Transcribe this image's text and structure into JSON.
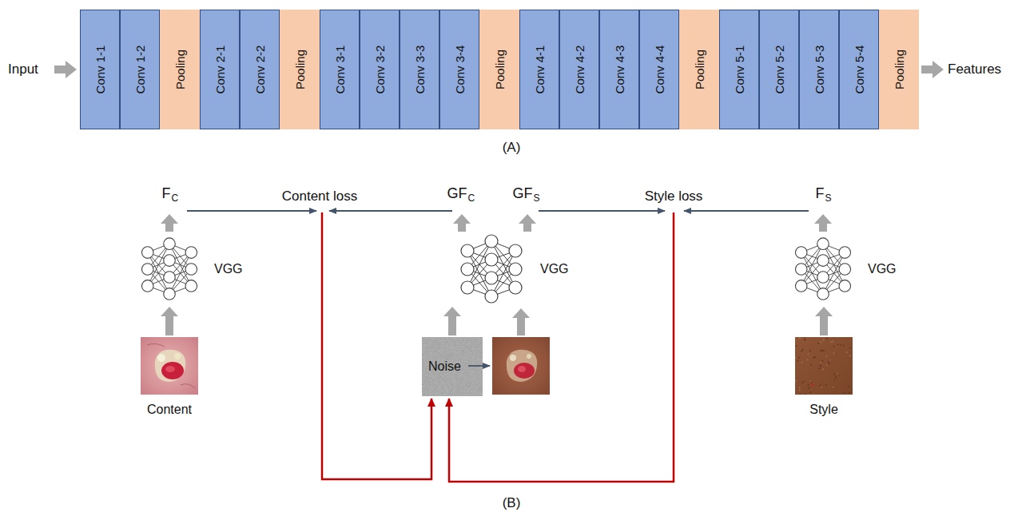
{
  "diagram": {
    "nodes": [
      {
        "text": [
          "Conv 1-1"
        ]
      },
      {
        "text": [
          "Conv 1-2"
        ]
      },
      {
        "text": [
          "Pooling"
        ]
      },
      {
        "text": [
          "Conv 2-1"
        ]
      },
      {
        "text": [
          "Conv 2-2"
        ]
      },
      {
        "text": [
          "Pooling"
        ]
      },
      {
        "text": [
          "Conv 3-1"
        ]
      },
      {
        "text": [
          "Conv 3-2"
        ]
      },
      {
        "text": [
          "Conv 3-3"
        ]
      },
      {
        "text": [
          "Conv 3-4"
        ]
      },
      {
        "text": [
          "Pooling"
        ]
      },
      {
        "text": [
          "Conv 4-1"
        ]
      },
      {
        "text": [
          "Conv 4-2"
        ]
      },
      {
        "text": [
          "Conv 4-3"
        ]
      },
      {
        "text": [
          "Conv 4-4"
        ]
      },
      {
        "text": [
          "Pooling"
        ]
      },
      {
        "text": [
          "Conv 5-1"
        ]
      },
      {
        "text": [
          "Conv 5-2"
        ]
      },
      {
        "text": [
          "Conv 5-3"
        ]
      },
      {
        "text": [
          "Conv 5-4"
        ]
      },
      {
        "text": [
          "Pooling"
        ]
      },
      {
        "text": [
          "VGG"
        ]
      },
      {
        "text": [
          "VGG"
        ]
      },
      {
        "text": [
          "VGG"
        ]
      },
      {
        "text": [
          "Content"
        ]
      },
      {
        "text": [
          "Noise"
        ]
      },
      {
        "text": [
          "Style"
        ]
      }
    ],
    "edges": [
      {
        "from": 24,
        "to": 21,
        "arrow": "to"
      },
      {
        "from": 25,
        "to": 22,
        "arrow": "to"
      },
      {
        "from": 26,
        "to": 23,
        "arrow": "to"
      }
    ],
    "labels": [
      "Input",
      "Features",
      "(A)",
      "F",
      "C",
      "Content loss",
      "GF",
      "C",
      "GF",
      "S",
      "Style loss",
      "F",
      "S",
      "(B)"
    ]
  }
}
